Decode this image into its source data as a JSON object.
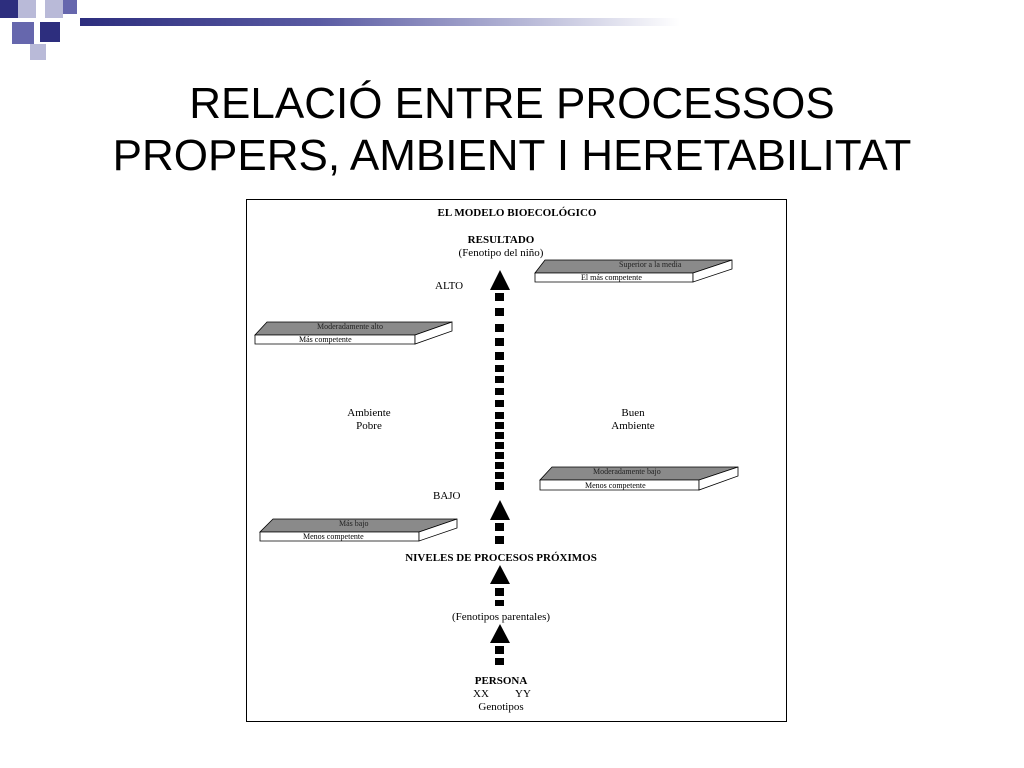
{
  "slide": {
    "title_line1": "RELACIÓ ENTRE PROCESSOS",
    "title_line2": "PROPERS, AMBIENT I HERETABILITAT"
  },
  "figure": {
    "heading": "EL MODELO BIOECOLÓGICO",
    "resultado": "RESULTADO",
    "fenotipo_nino": "(Fenotipo del niño)",
    "alto": "ALTO",
    "bajo": "BAJO",
    "ambiente_pobre_1": "Ambiente",
    "ambiente_pobre_2": "Pobre",
    "buen_ambiente_1": "Buen",
    "buen_ambiente_2": "Ambiente",
    "niveles": "NIVELES DE PROCESOS PRÓXIMOS",
    "fenotipos_parentales": "(Fenotipos parentales)",
    "persona": "PERSONA",
    "genotipo_xx": "XX",
    "genotipo_yy": "YY",
    "genotipos": "Genotipos",
    "plates": [
      {
        "top": "Superior a la media",
        "bottom": "El más competente"
      },
      {
        "top": "Moderadamente alto",
        "bottom": "Más competente"
      },
      {
        "top": "Moderadamente bajo",
        "bottom": "Menos competente"
      },
      {
        "top": "Más bajo",
        "bottom": "Menos competente"
      }
    ]
  },
  "colors": {
    "template_dark": "#2d2e7e",
    "template_mid": "#6667ad",
    "template_light": "#b9bad8",
    "plate_top": "#8a8a8a"
  }
}
